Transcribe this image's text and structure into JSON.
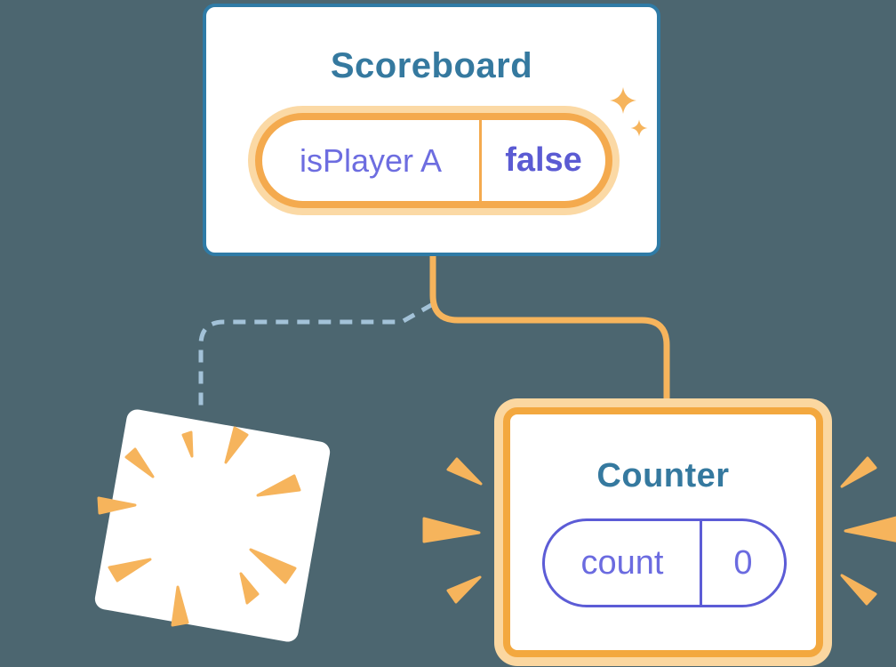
{
  "canvas": {
    "background": "#4c6670",
    "description_icons": [
      "sparkle-icon",
      "poof-burst-icon",
      "emphasis-burst-icon"
    ]
  },
  "scoreboard_card": {
    "title": "Scoreboard",
    "state_pill": {
      "key": "isPlayer A",
      "value": "false"
    }
  },
  "counter_card": {
    "title": "Counter",
    "state_pill": {
      "key": "count",
      "value": "0"
    }
  },
  "colors": {
    "background": "#4c6670",
    "card_border_blue": "#2f7ba6",
    "component_title": "#35799f",
    "state_border_orange": "#f4aa4e",
    "state_glow_orange": "#fbd9a5",
    "accent_orange": "#f6b45c",
    "state_key_indigo": "#6d6de0",
    "state_value_indigo": "#5b5bd3",
    "pill_border_indigo": "#5c5cd6",
    "dashed_connector_blue": "#a3c2d8",
    "card_white": "#ffffff"
  }
}
